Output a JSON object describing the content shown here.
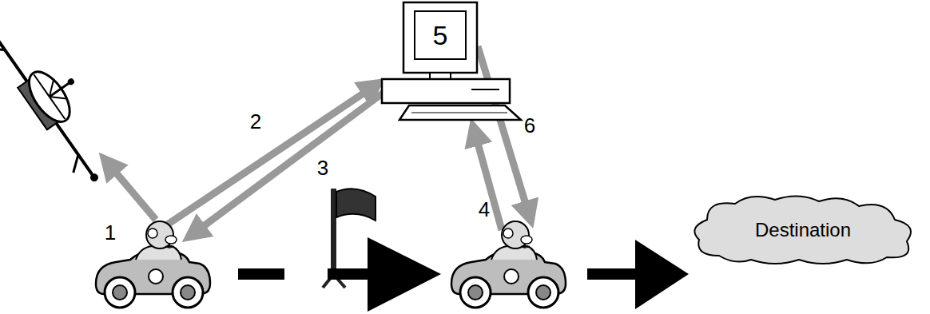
{
  "diagram": {
    "nodes": [
      {
        "text": [
          "5"
        ]
      },
      {
        "text": [
          "Destination"
        ]
      }
    ],
    "labels": [
      "1",
      "2",
      "3",
      "4",
      "6"
    ]
  }
}
